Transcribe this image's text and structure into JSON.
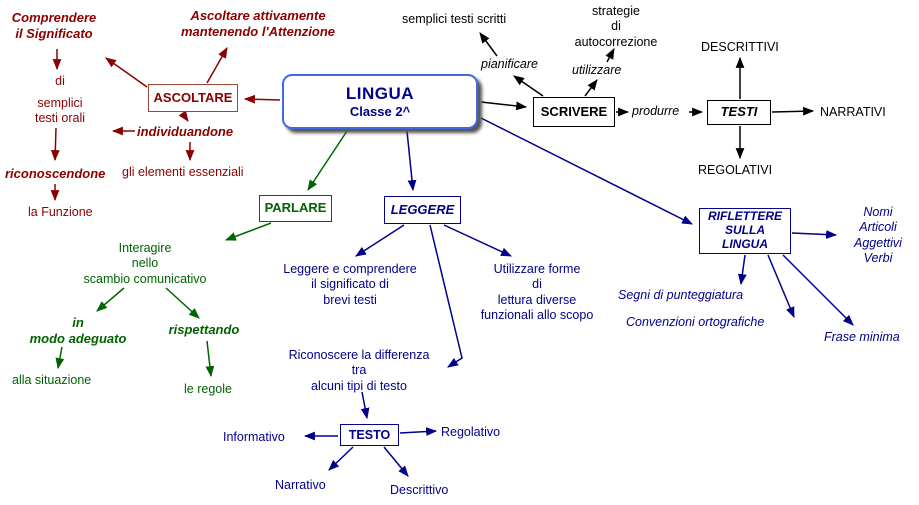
{
  "palette": {
    "darkred": "#8B0000",
    "redborder": "#9C4531",
    "black": "#000000",
    "green": "#006400",
    "navy": "#00008B",
    "blueborder": "#4169E1",
    "shadow": "#555555"
  },
  "central": {
    "title": "LINGUA",
    "subtitle": "Classe 2^"
  },
  "nodes": {
    "ascoltare": "ASCOLTARE",
    "scrivere": "SCRIVERE",
    "testi": "TESTI",
    "parlare": "PARLARE",
    "leggere": "LEGGERE",
    "riflettere": "RIFLETTERE\nSULLA\nLINGUA",
    "testo": "TESTO"
  },
  "labels": {
    "comprendere": "Comprendere\nil Significato",
    "ascoltare_attivamente": "Ascoltare attivamente\nmantenendo l'Attenzione",
    "di": "di",
    "semplici_testi_orali": "semplici\ntesti orali",
    "individuandone": "individuandone",
    "riconoscendone": "riconoscendone",
    "gli_elementi": "gli elementi essenziali",
    "la_funzione": "la Funzione",
    "semplici_testi_scritti": "semplici testi scritti",
    "pianificare": "pianificare",
    "strategie": "strategie\ndi\nautocorrezione",
    "utilizzare": "utilizzare",
    "produrre": "produrre",
    "descrittivi": "DESCRITTIVI",
    "narrativi": "NARRATIVI",
    "regolativi": "REGOLATIVI",
    "interagire": "Interagire\nnello\nscambio comunicativo",
    "in_modo_adeguato": "in\nmodo adeguato",
    "rispettando": "rispettando",
    "alla_situazione": "alla situazione",
    "le_regole": "le regole",
    "leggere_comprendere": "Leggere e comprendere\nil significato di\nbrevi testi",
    "utilizzare_forme": "Utilizzare forme\ndi\nlettura diverse\nfunzionali allo scopo",
    "riconoscere": "Riconoscere la differenza\ntra\nalcuni tipi di testo",
    "informativo": "Informativo",
    "regolativo": "Regolativo",
    "narrativo": "Narrativo",
    "descrittivo": "Descrittivo",
    "nomi_articoli": "Nomi\nArticoli\nAggettivi\nVerbi",
    "segni": "Segni di punteggiatura",
    "convenzioni": "Convenzioni ortografiche",
    "frase_minima": "Frase minima"
  },
  "connections": {
    "red": [
      "LINGUA > ASCOLTARE",
      "ASCOLTARE > Ascoltare attivamente mantenendo l'Attenzione",
      "ASCOLTARE > Comprendere il Significato",
      "Comprendere il Significato > di semplici testi orali",
      "semplici testi orali > riconoscendone",
      "riconoscendone > la Funzione",
      "ASCOLTARE > individuandone",
      "individuandone > semplici testi orali",
      "individuandone > gli elementi essenziali"
    ],
    "black": [
      "LINGUA > SCRIVERE",
      "SCRIVERE > pianificare",
      "pianificare > semplici testi scritti",
      "SCRIVERE > utilizzare",
      "utilizzare > strategie di autocorrezione",
      "SCRIVERE > produrre",
      "produrre > TESTI",
      "TESTI > DESCRITTIVI",
      "TESTI > NARRATIVI",
      "TESTI > REGOLATIVI"
    ],
    "green": [
      "LINGUA > PARLARE",
      "PARLARE > Interagire nello scambio comunicativo",
      "Interagire > in modo adeguato",
      "Interagire > rispettando",
      "in modo adeguato > alla situazione",
      "rispettando > le regole"
    ],
    "navy": [
      "LINGUA > LEGGERE",
      "LINGUA > RIFLETTERE SULLA LINGUA",
      "LEGGERE > Leggere e comprendere il significato di brevi testi",
      "LEGGERE > Utilizzare forme di lettura diverse funzionali allo scopo",
      "LEGGERE > Riconoscere la differenza tra alcuni tipi di testo",
      "Riconoscere la differenza > TESTO",
      "TESTO > Informativo",
      "TESTO > Regolativo",
      "TESTO > Narrativo",
      "TESTO > Descrittivo",
      "RIFLETTERE SULLA LINGUA > Nomi Articoli Aggettivi Verbi",
      "RIFLETTERE SULLA LINGUA > Segni di punteggiatura",
      "RIFLETTERE SULLA LINGUA > Convenzioni ortografiche",
      "RIFLETTERE SULLA LINGUA > Frase minima"
    ]
  }
}
